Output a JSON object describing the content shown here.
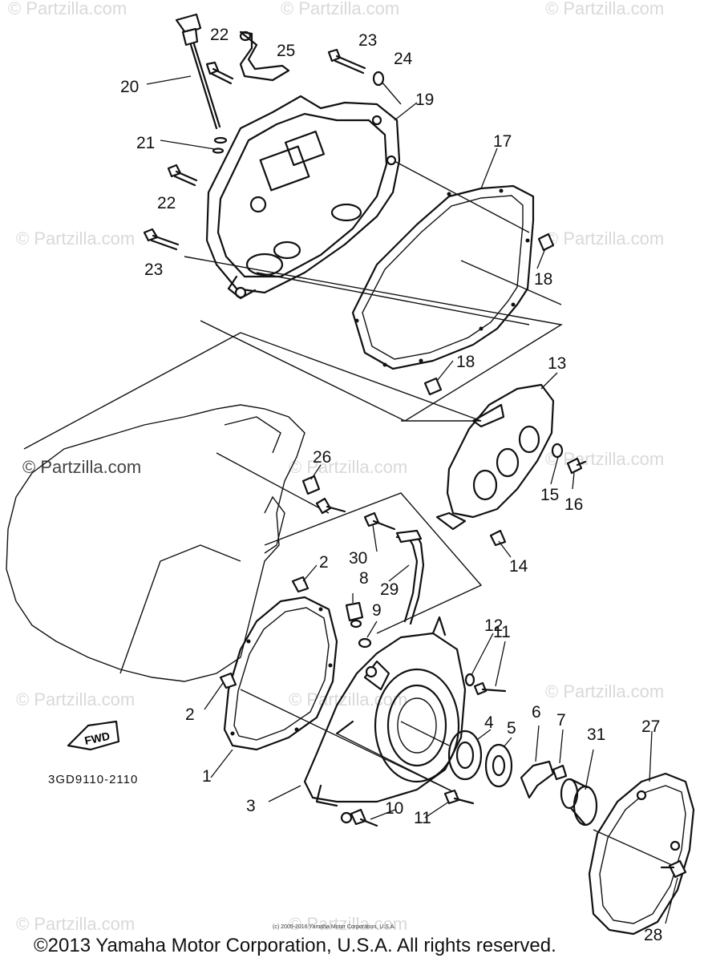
{
  "diagram": {
    "drawing_code": "3GD9110-2110",
    "fwd_label": "FWD",
    "small_credit": "(c) 2005-2016 Yamaha Motor Corporation, U.S.A.",
    "copyright": "©2013 Yamaha Motor Corporation, U.S.A. All rights reserved.",
    "watermark": "© Partzilla.com",
    "callouts": [
      "1",
      "2",
      "2",
      "3",
      "4",
      "5",
      "6",
      "7",
      "8",
      "9",
      "10",
      "11",
      "11",
      "12",
      "13",
      "14",
      "15",
      "16",
      "17",
      "18",
      "18",
      "19",
      "20",
      "21",
      "22",
      "22",
      "23",
      "23",
      "24",
      "25",
      "26",
      "27",
      "28",
      "29",
      "30",
      "31"
    ]
  }
}
